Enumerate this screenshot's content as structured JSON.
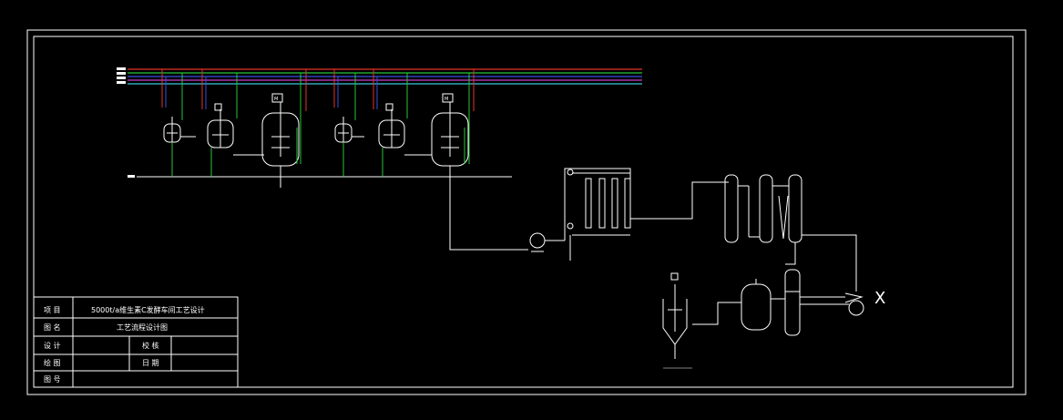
{
  "title_block": {
    "project_label": "项 目",
    "project_value": "5000t/a维生素C发酵车间工艺设计",
    "drawing_name_label": "图 名",
    "drawing_name_value": "工艺流程设计图",
    "design_label": "设 计",
    "check_label": "校 核",
    "draw_label": "绘 图",
    "date_label": "日 期",
    "number_label": "图 号"
  },
  "colors": {
    "background": "#000000",
    "line": "#ffffff",
    "pipe_red": "#e8322a",
    "pipe_green": "#27c43a",
    "pipe_blue": "#3a4fe0",
    "pipe_magenta": "#c83cc8",
    "pipe_cyan": "#36c8d8"
  },
  "equipment_tags": {
    "reactor_motor": "M",
    "end_mark": "X"
  }
}
